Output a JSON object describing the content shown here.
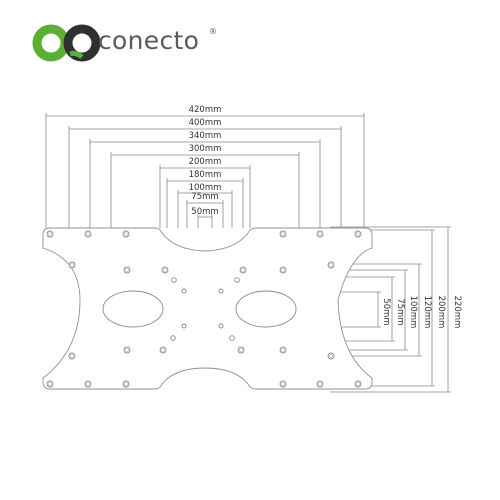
{
  "brand": {
    "name": "conecto",
    "registered_mark": "®",
    "colors": {
      "green": "#5bb033",
      "dark": "#2f2f2f",
      "text": "#5b5b5b"
    }
  },
  "horizontal_dimensions": [
    "420mm",
    "400mm",
    "340mm",
    "300mm",
    "200mm",
    "180mm",
    "100mm",
    "75mm",
    "50mm"
  ],
  "vertical_dimensions": [
    "50mm",
    "75mm",
    "100mm",
    "120mm",
    "200mm",
    "220mm"
  ],
  "icons": {
    "logo": "conecto-logo-icon"
  }
}
